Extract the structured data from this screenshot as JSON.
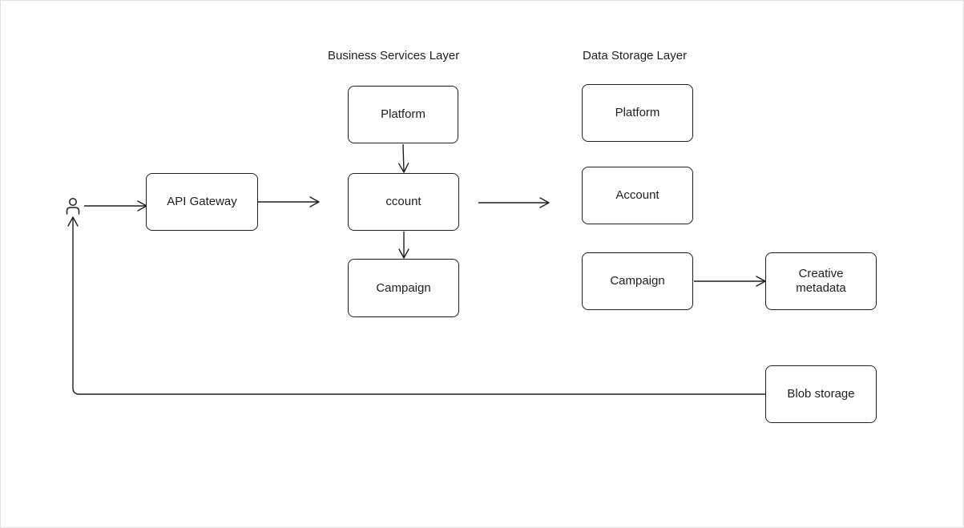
{
  "diagram": {
    "layer_titles": {
      "business": "Business Services Layer",
      "storage": "Data Storage Layer"
    },
    "nodes": {
      "api_gateway": "API Gateway",
      "biz_platform": "Platform",
      "biz_account": "ccount",
      "biz_campaign": "Campaign",
      "store_platform": "Platform",
      "store_account": "Account",
      "store_campaign": "Campaign",
      "creative_metadata": "Creative\nmetadata",
      "blob_storage": "Blob storage"
    },
    "icons": {
      "user": "user-icon"
    },
    "edges": [
      {
        "from": "user",
        "to": "api_gateway"
      },
      {
        "from": "api_gateway",
        "to": "business_services_layer"
      },
      {
        "from": "biz_platform",
        "to": "biz_account"
      },
      {
        "from": "biz_account",
        "to": "biz_campaign"
      },
      {
        "from": "business_services_layer",
        "to": "data_storage_layer"
      },
      {
        "from": "store_campaign",
        "to": "creative_metadata"
      },
      {
        "from": "blob_storage",
        "to": "user"
      }
    ],
    "colors": {
      "stroke": "#1e1e1e",
      "background": "#ffffff"
    }
  }
}
